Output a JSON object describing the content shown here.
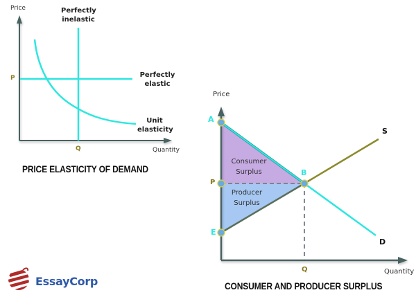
{
  "colors": {
    "axis": "#4a6262",
    "cyan": "#2ee6e0",
    "olive": "#8c8a2c",
    "consumer_fill": "#c6aae2",
    "producer_fill": "#a6c8f2",
    "point_fill": "#6aaae2",
    "point_border": "#d8d23c",
    "tick_label": "#8a7a1e",
    "logo_blue": "#2f5aa8",
    "logo_red": "#b02a2a"
  },
  "chart_data": [
    {
      "type": "line",
      "title": "PRICE ELASTICITY OF DEMAND",
      "xlabel": "Quantity",
      "ylabel": "Price",
      "x_tick_labels": [
        "Q"
      ],
      "y_tick_labels": [
        "P"
      ],
      "grid": false,
      "series": [
        {
          "name": "Perfectly inelastic",
          "shape": "vertical line at Q"
        },
        {
          "name": "Perfectly elastic",
          "shape": "horizontal line at P"
        },
        {
          "name": "Unit elasticity",
          "shape": "rectangular hyperbola (P×Q constant)"
        }
      ]
    },
    {
      "type": "line",
      "title": "CONSUMER AND PRODUCER SURPLUS",
      "xlabel": "Quantity",
      "ylabel": "Price",
      "x_tick_labels": [
        "Q"
      ],
      "y_tick_labels": [
        "P"
      ],
      "grid": false,
      "series": [
        {
          "name": "D",
          "description": "Demand curve (downward sloping) from A through B"
        },
        {
          "name": "S",
          "description": "Supply curve (upward sloping) from E through B"
        }
      ],
      "points": [
        {
          "label": "A",
          "description": "demand intercept on price axis"
        },
        {
          "label": "B",
          "description": "equilibrium (Q, P)"
        },
        {
          "label": "E",
          "description": "supply intercept on price axis"
        },
        {
          "label": "P",
          "description": "equilibrium price on price axis"
        }
      ],
      "regions": [
        {
          "name": "Consumer Surplus",
          "between": "A-B-P"
        },
        {
          "name": "Producer Surplus",
          "between": "P-B-E"
        }
      ]
    }
  ],
  "left_chart": {
    "y_label": "Price",
    "x_label": "Quantity",
    "p_label": "P",
    "q_label": "Q",
    "inelastic_label_1": "Perfectly",
    "inelastic_label_2": "inelastic",
    "elastic_label_1": "Perfectly",
    "elastic_label_2": "elastic",
    "unit_label_1": "Unit",
    "unit_label_2": "elasticity",
    "title": "PRICE ELASTICITY OF DEMAND"
  },
  "right_chart": {
    "y_label": "Price",
    "x_label": "Quantity",
    "a_label": "A",
    "b_label": "B",
    "e_label": "E",
    "p_label": "P",
    "q_label": "Q",
    "s_label": "S",
    "d_label": "D",
    "consumer_1": "Consumer",
    "consumer_2": "Surplus",
    "producer_1": "Producer",
    "producer_2": "Surplus",
    "title": "CONSUMER AND PRODUCER SURPLUS"
  },
  "logo": {
    "name": "EssayCorp"
  }
}
